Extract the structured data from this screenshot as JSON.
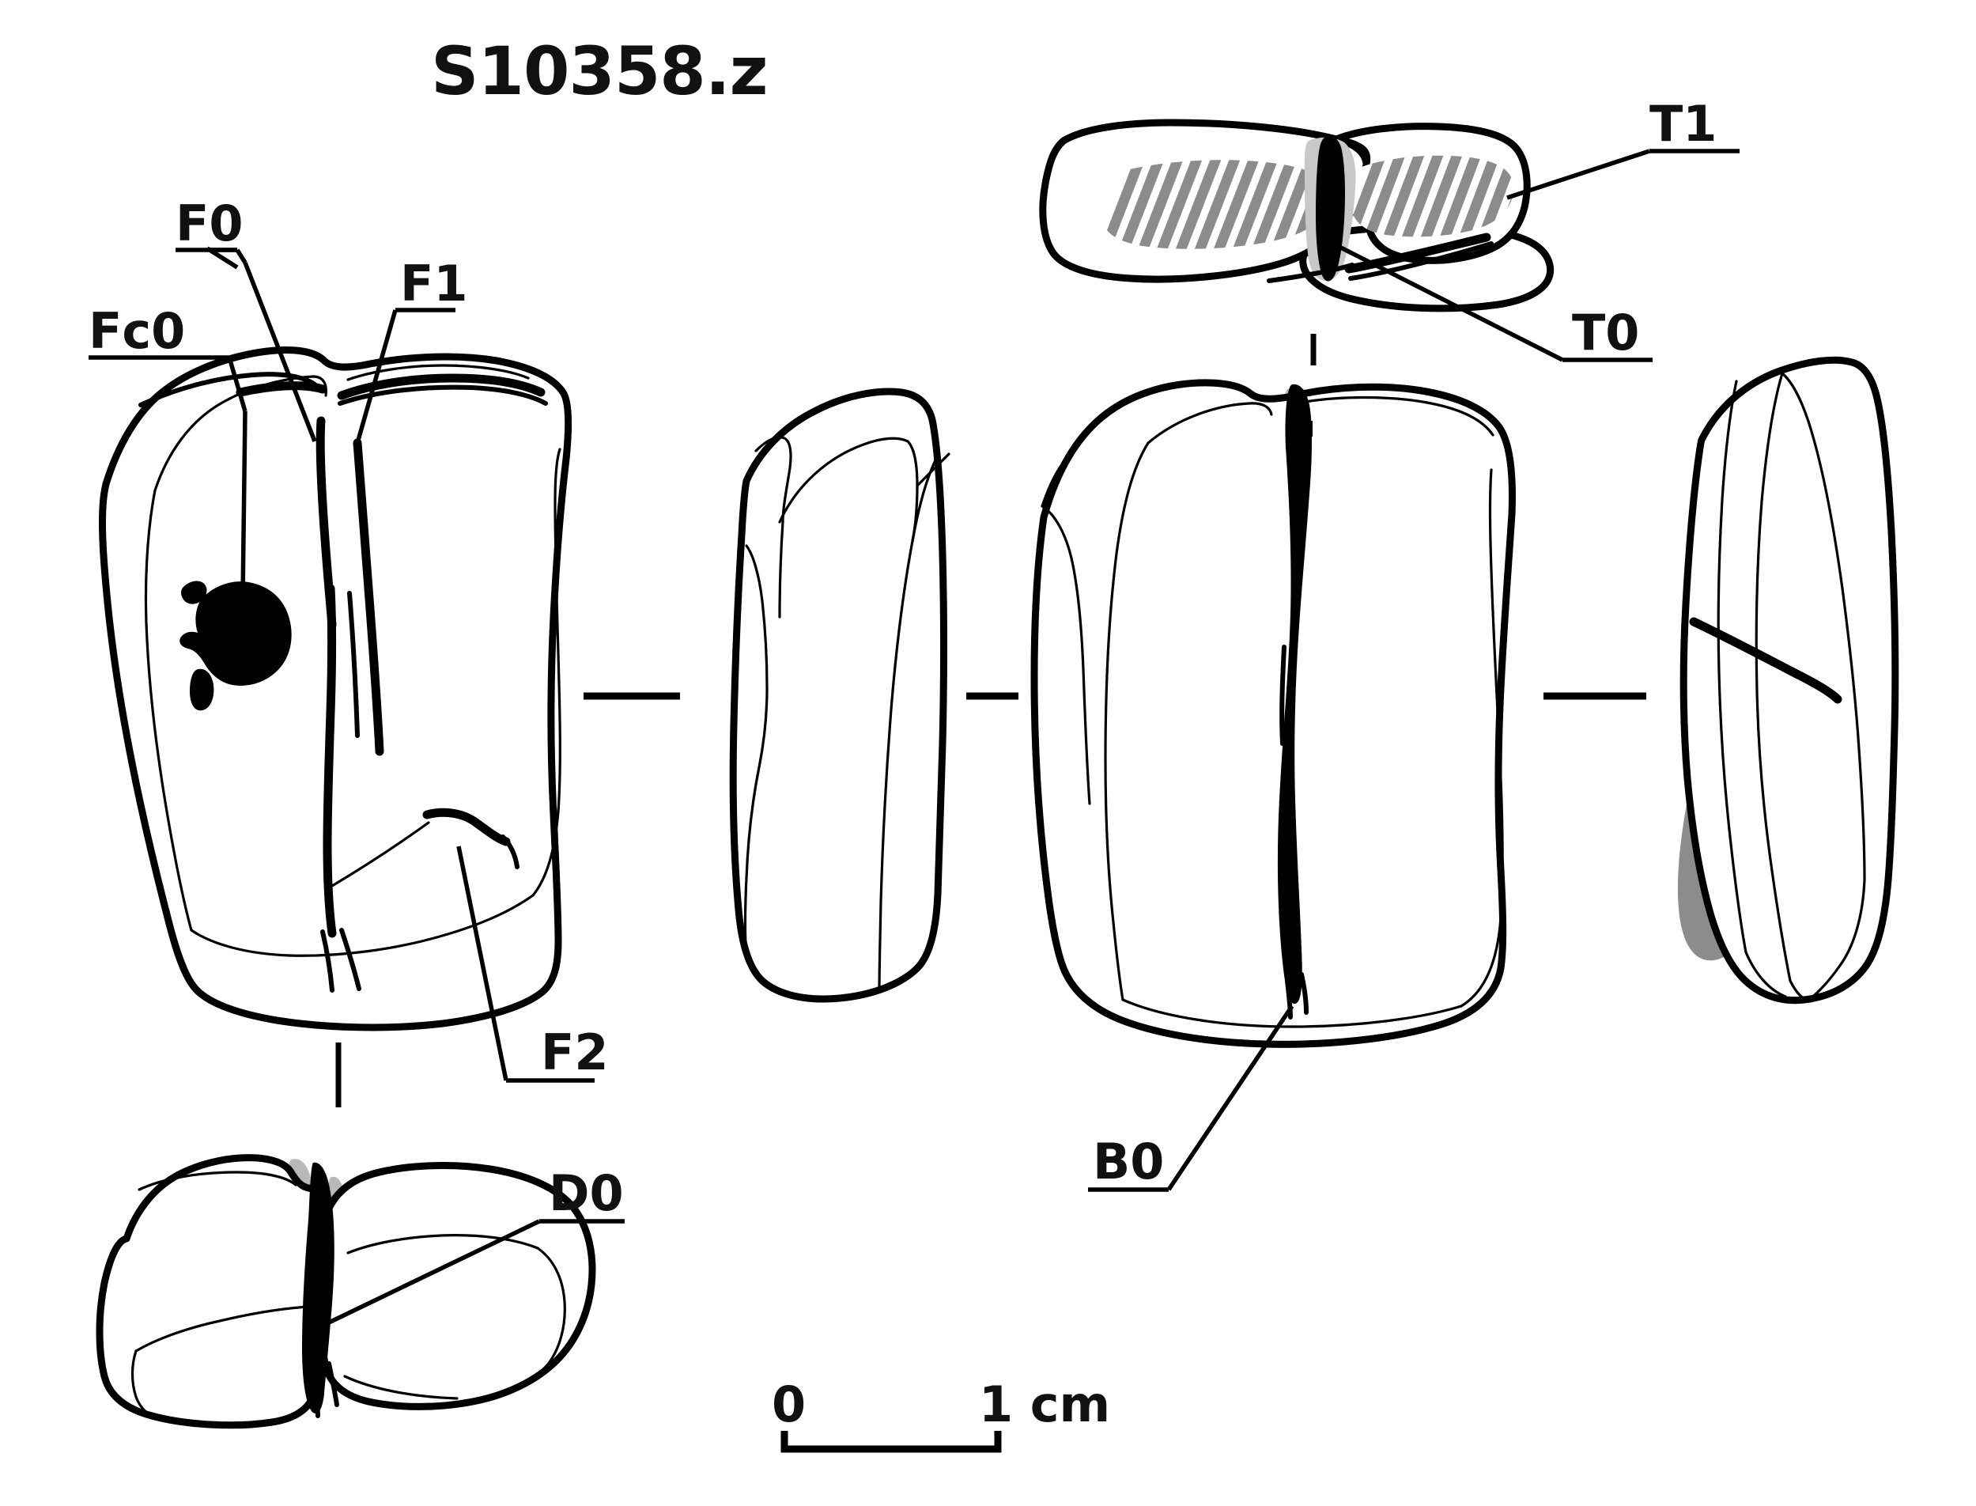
{
  "figure": {
    "title": "S10358.z",
    "caption_kind": "lithic-artifact-technical-drawing"
  },
  "labels": {
    "f0": "F0",
    "fc0": "Fc0",
    "f1": "F1",
    "f2": "F2",
    "t1": "T1",
    "t0": "T0",
    "b0": "B0",
    "d0": "D0"
  },
  "scale": {
    "zero": "0",
    "one_cm": "1 cm"
  },
  "colors": {
    "stroke": "#000000",
    "background": "#ffffff",
    "band_mid_gray": "#b9b9b9",
    "band_light_gray": "#c8c8c8",
    "hatch_gray": "#8c8c8c",
    "text": "#111111"
  },
  "views": [
    {
      "name": "ventral-face-view",
      "position": "left-main"
    },
    {
      "name": "lateral-profile-view",
      "position": "center-main"
    },
    {
      "name": "dorsal-face-view",
      "position": "right-main"
    },
    {
      "name": "lateral-profile-view-2",
      "position": "far-right-main"
    },
    {
      "name": "proximal-top-view",
      "position": "top-right"
    },
    {
      "name": "distal-bottom-view",
      "position": "bottom-left"
    }
  ]
}
